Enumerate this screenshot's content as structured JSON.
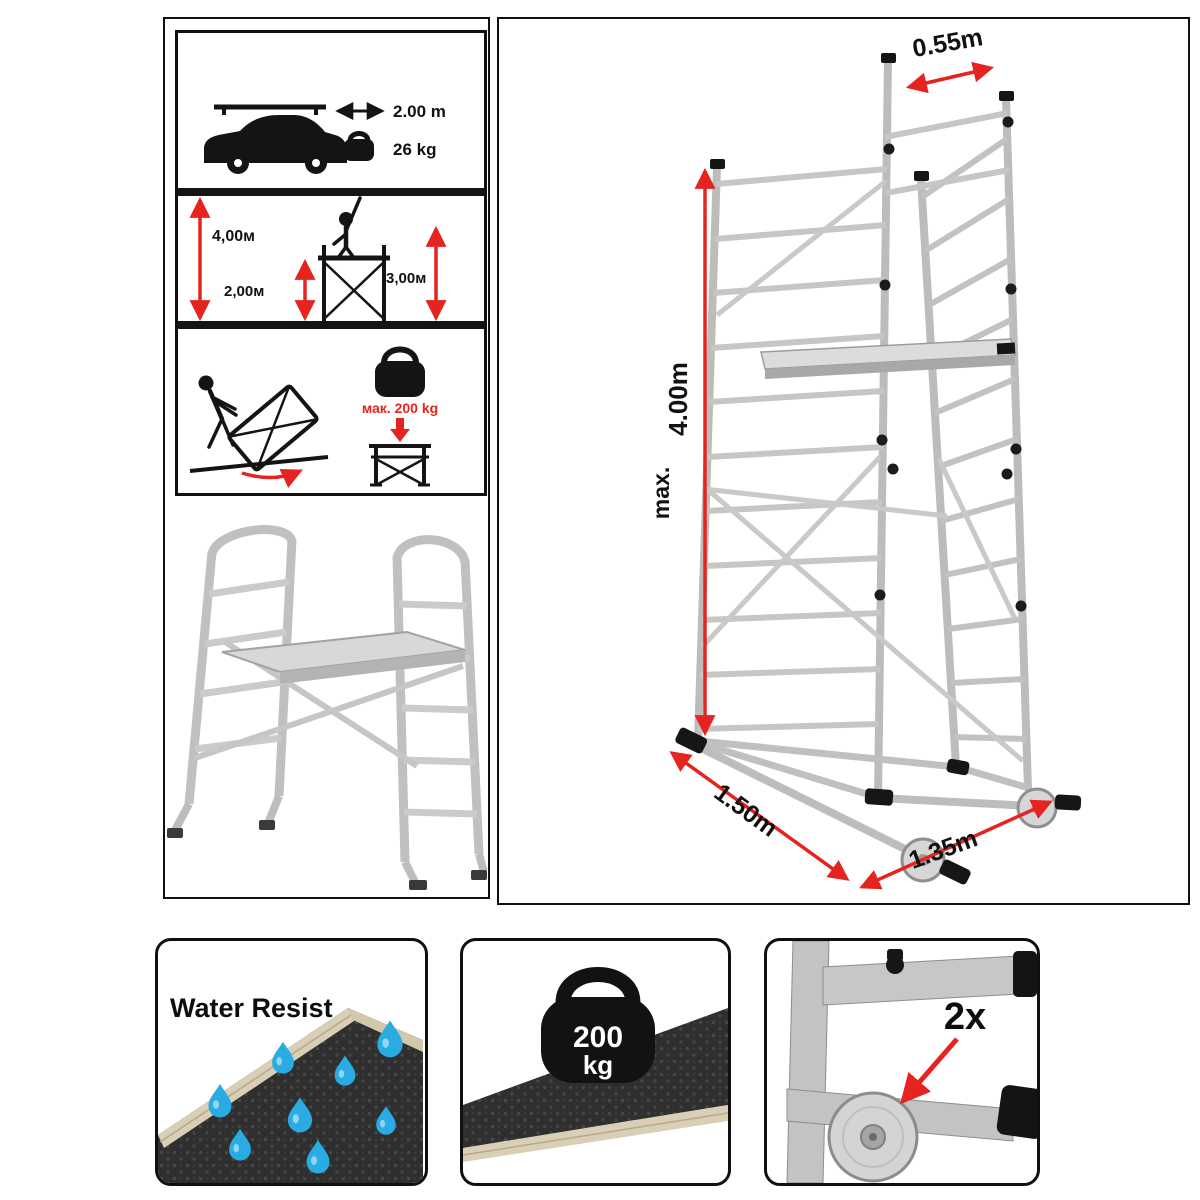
{
  "pictograms": {
    "transport": {
      "length": "2.00 m",
      "weight": "26 kg"
    },
    "room": {
      "ceiling_height": "4,00м",
      "working_height": "3,00м",
      "platform_height": "2,00м"
    },
    "assembly": {
      "max_load": "мак. 200 kg"
    }
  },
  "tower": {
    "top_width": "0.55m",
    "max_prefix": "max.",
    "height": "4.00m",
    "base_depth": "1.50m",
    "base_width": "1.35m"
  },
  "features": {
    "water_resist": {
      "label": "Water Resist"
    },
    "max_load": {
      "value": "200",
      "unit": "kg"
    },
    "wheels": {
      "label": "2x"
    }
  },
  "colors": {
    "accent_red": "#e52420",
    "water_blue": "#29abe3",
    "aluminum": "#c2c2c2"
  }
}
